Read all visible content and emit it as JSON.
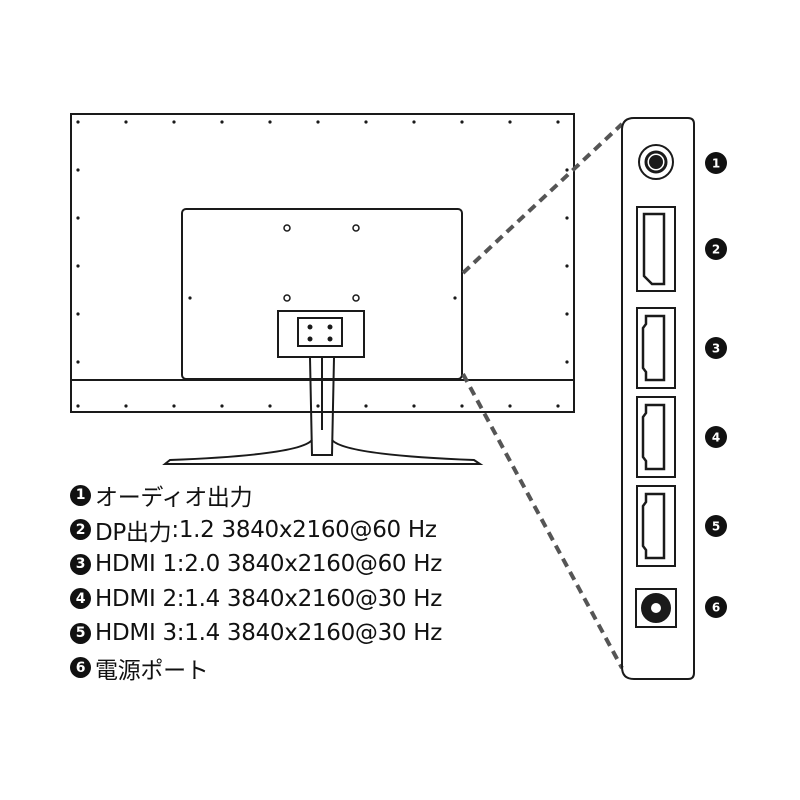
{
  "ports": [
    {
      "number": "1",
      "name": "オーディオ出力",
      "spec": ""
    },
    {
      "number": "2",
      "name": "DP出力",
      "spec": ":1.2 3840x2160@60 Hz"
    },
    {
      "number": "3",
      "name": "HDMI 1",
      "spec": ":2.0 3840x2160@60 Hz"
    },
    {
      "number": "4",
      "name": "HDMI 2",
      "spec": ":1.4 3840x2160@30 Hz"
    },
    {
      "number": "5",
      "name": "HDMI 3",
      "spec": ":1.4 3840x2160@30 Hz"
    },
    {
      "number": "6",
      "name": "電源ポート",
      "spec": ""
    }
  ],
  "colors": {
    "line": "#1a1a1a",
    "badge": "#111111",
    "background": "#ffffff"
  }
}
